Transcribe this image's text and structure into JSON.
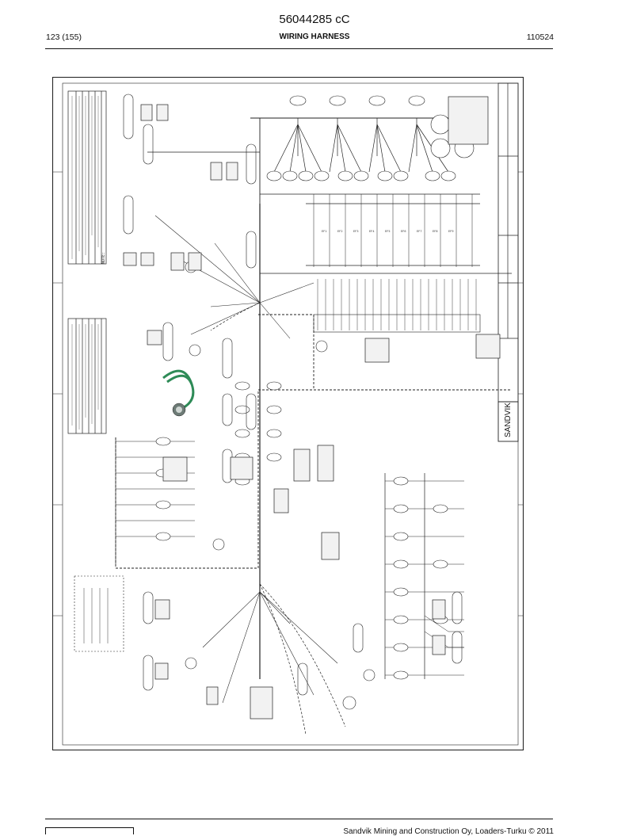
{
  "header": {
    "doc_number": "56044285 cC",
    "page": "123 (155)",
    "title": "WIRING HARNESS",
    "date_code": "110524"
  },
  "drawing": {
    "brand": "SANDVIK",
    "legend_heading": "NOTE:"
  },
  "footer": {
    "text": "Sandvik Mining and Construction Oy, Loaders-Turku © 2011"
  }
}
